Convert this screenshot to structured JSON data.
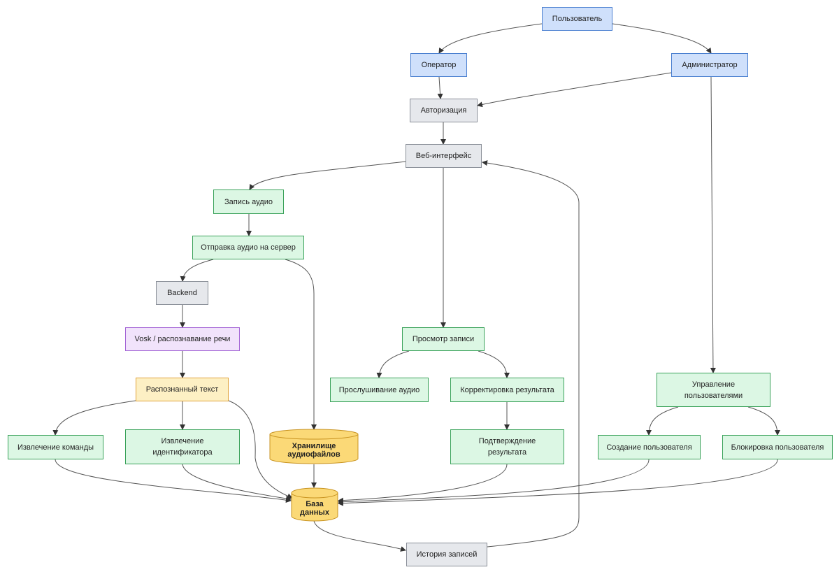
{
  "nodes": {
    "user": "Пользователь",
    "operator": "Оператор",
    "admin": "Администратор",
    "auth": "Авторизация",
    "web": "Веб-интерфейс",
    "record": "Запись аудио",
    "send": "Отправка аудио на сервер",
    "backend": "Backend",
    "vosk": "Vosk / распознавание речи",
    "text": "Распознанный текст",
    "cmd": "Извлечение команды",
    "ident": "Извлечение идентификатора",
    "storage": "Хранилище аудиофайлов",
    "db": "База данных",
    "view": "Просмотр записи",
    "listen": "Прослушивание аудио",
    "correct": "Корректировка результата",
    "confirm": "Подтверждение результата",
    "manage": "Управление пользователями",
    "create": "Создание пользователя",
    "block": "Блокировка пользователя",
    "history": "История записей"
  },
  "colors": {
    "edge": "#333333",
    "actor_fill": "#cfe0fb",
    "system_fill": "#e6e8ec",
    "process_fill": "#dcf7e4",
    "ai_fill": "#f1e3fb",
    "text_fill": "#fdf0c4",
    "storage_fill": "#fbd977"
  }
}
